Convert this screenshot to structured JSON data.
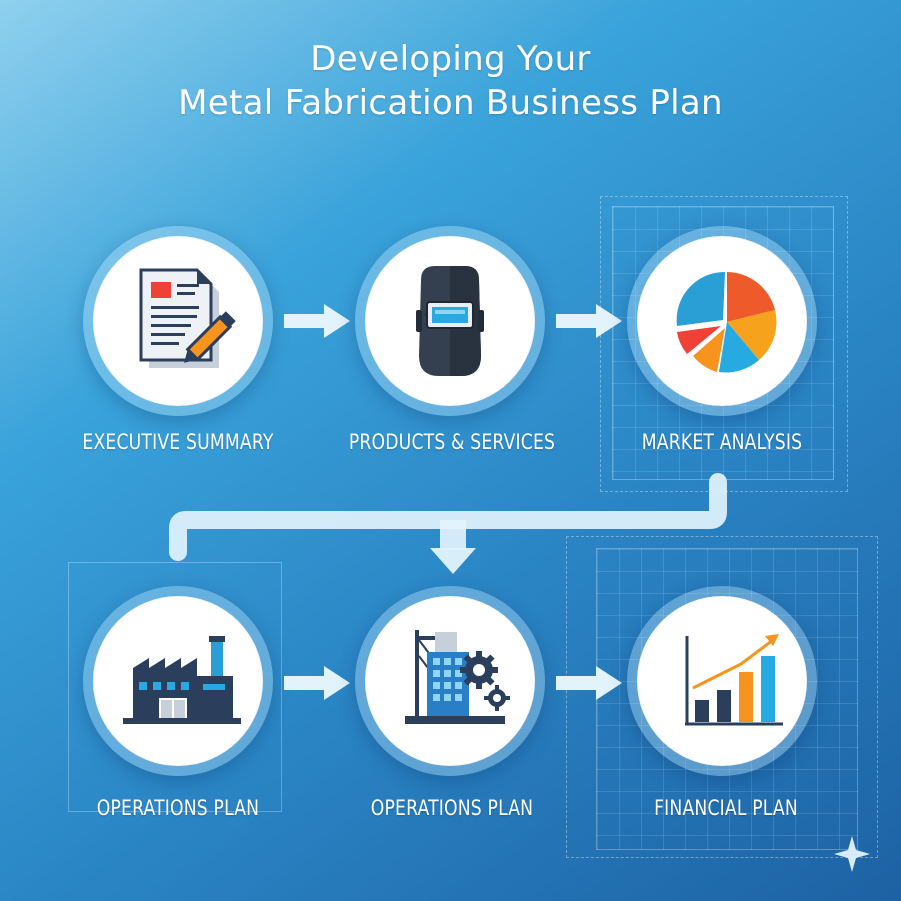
{
  "title": {
    "line1": "Developing Your",
    "line2": "Metal Fabrication Business Plan"
  },
  "steps": [
    {
      "label": "EXECUTIVE SUMMARY",
      "icon": "document-pen-icon"
    },
    {
      "label": "PRODUCTS & SERVICES",
      "icon": "welding-helmet-icon"
    },
    {
      "label": "MARKET ANALYSIS",
      "icon": "pie-chart-icon"
    },
    {
      "label": "OPERATIONS PLAN",
      "icon": "factory-icon"
    },
    {
      "label": "OPERATIONS PLAN",
      "icon": "building-gears-icon"
    },
    {
      "label": "FINANCIAL PLAN",
      "icon": "growth-bar-chart-icon"
    }
  ],
  "colors": {
    "accent_red": "#ef4136",
    "accent_orange": "#f7941d",
    "accent_blue": "#27aae1",
    "dark_navy": "#2b3f5c",
    "arrow_fill": "#e2f3fc"
  }
}
